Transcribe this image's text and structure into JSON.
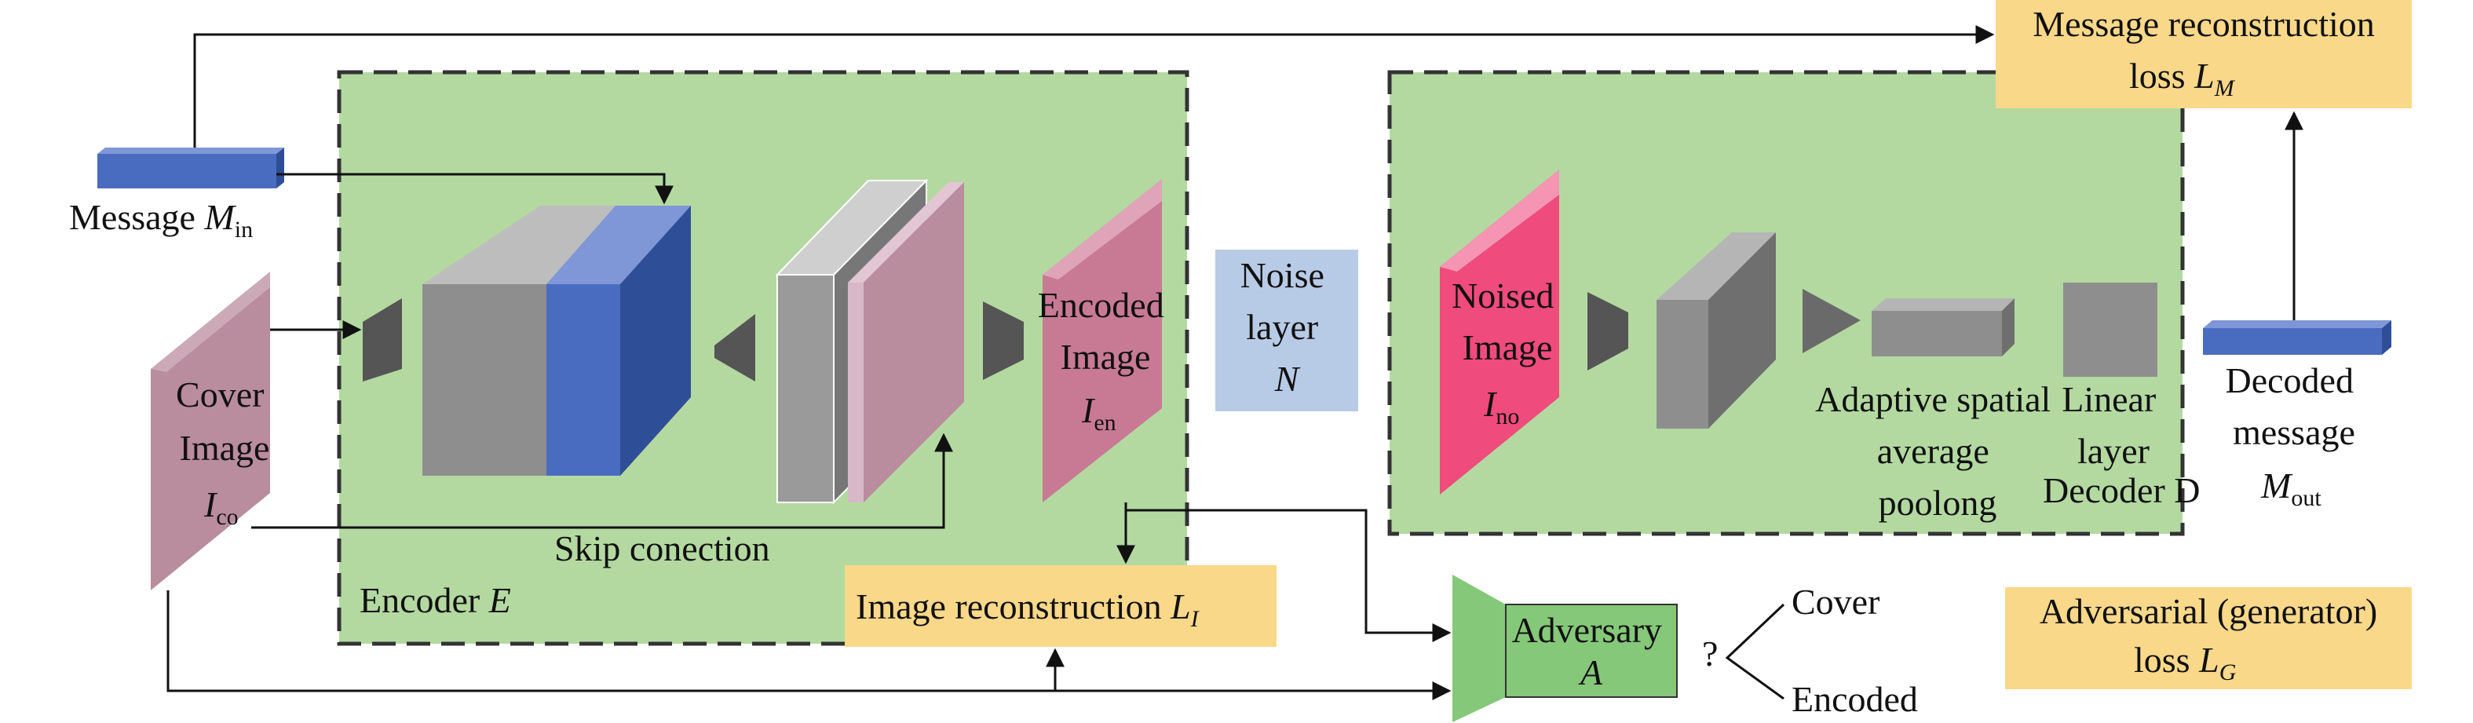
{
  "colors": {
    "panel_green": "#b3d9a1",
    "panel_border": "#333333",
    "message_blue": "#4a6cc0",
    "loss_yellow": "#f9d88a",
    "noise_blue": "#b8cbe6",
    "cover_pink": "#b98c9e",
    "noised_pink": "#ef4b7c",
    "gray_block": "#8e8e8e",
    "adversary_green": "#86c879"
  },
  "inputs": {
    "message": {
      "prefix": "Message ",
      "symbol": "M",
      "sub": "in"
    },
    "cover": {
      "line1": "Cover",
      "line2": "Image",
      "symbol": "I",
      "sub": "co"
    }
  },
  "encoder": {
    "label_prefix": "Encoder ",
    "label_symbol": "E",
    "skip_label": "Skip conection",
    "encoded": {
      "line1": "Encoded",
      "line2": "Image",
      "symbol": "I",
      "sub": "en"
    }
  },
  "noise": {
    "line1": "Noise",
    "line2": "layer",
    "symbol": "N"
  },
  "decoder": {
    "noised": {
      "line1": "Noised",
      "line2": "Image",
      "symbol": "I",
      "sub": "no"
    },
    "pool_label": [
      "Adaptive spatial",
      "average",
      "poolong"
    ],
    "linear_label": [
      "Linear",
      "layer"
    ],
    "label": "Decoder D",
    "output": {
      "line1": "Decoded",
      "line2": "message",
      "symbol": "M",
      "sub": "out"
    }
  },
  "losses": {
    "message": {
      "line1": "Message reconstruction",
      "prefix": "loss ",
      "symbol": "L",
      "sub": "M"
    },
    "image": {
      "prefix": "Image reconstruction ",
      "symbol": "L",
      "sub": "I"
    },
    "adversarial": {
      "line1": "Adversarial (generator)",
      "prefix": "loss ",
      "symbol": "L",
      "sub": "G"
    }
  },
  "adversary": {
    "line1": "Adversary",
    "symbol": "A",
    "question": "?",
    "out_cover": "Cover",
    "out_encoded": "Encoded"
  }
}
